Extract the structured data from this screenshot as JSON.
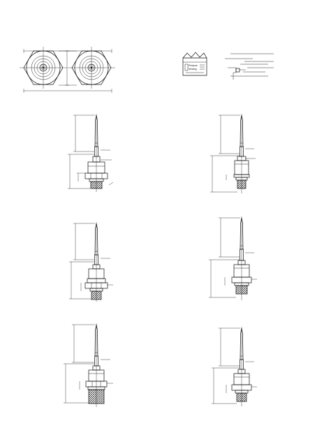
{
  "drawing": {
    "kind": "technical-line-drawing",
    "sheet_background": "#ffffff",
    "line_color": "#111111",
    "views": [
      "hex-nut-end-views",
      "packaging-and-wiring-detail",
      "probe-elevation-1",
      "probe-elevation-2",
      "probe-elevation-3",
      "probe-elevation-4",
      "probe-elevation-5",
      "probe-elevation-6"
    ]
  },
  "package": {
    "label_line1": "Pressure",
    "label_line2": "Sensing"
  }
}
